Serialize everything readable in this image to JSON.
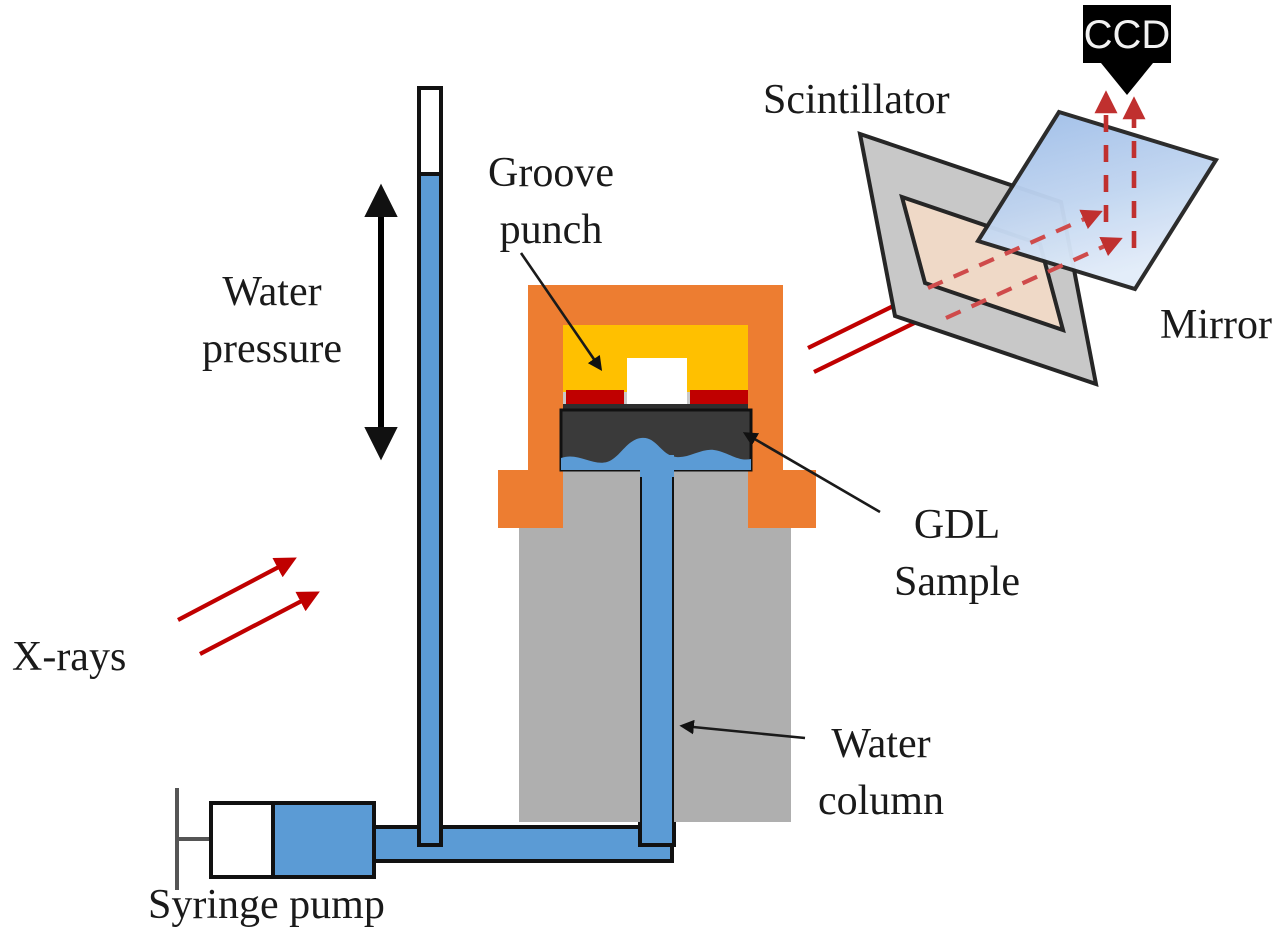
{
  "figure": {
    "title": "X-ray radiography setup for GDL water intrusion experiment",
    "background": "#ffffff"
  },
  "labels": {
    "water_pressure": {
      "line1": "Water",
      "line2": "pressure"
    },
    "groove_punch": {
      "line1": "Groove",
      "line2": "punch"
    },
    "gdl_sample": {
      "line1": "GDL",
      "line2": "Sample"
    },
    "water_column": {
      "line1": "Water",
      "line2": "column"
    },
    "syringe_pump": "Syringe pump",
    "x_rays": "X-rays",
    "scintillator": "Scintillator",
    "mirror": "Mirror",
    "ccd": "CCD"
  },
  "colors": {
    "orange_housing": "#ED7D31",
    "yellow_punch": "#FFC000",
    "red_gasket": "#C00000",
    "gdl_dark": "#3A3A3A",
    "water_blue": "#5B9BD5",
    "gray_block": "#AFAFAF",
    "scintillator_gray": "#C8C8C8",
    "scintillator_window": "#EFD9C7",
    "mirror_blue_top": "#A9C6EC",
    "mirror_blue_bottom": "#DCE7F6",
    "xray_red": "#C00000",
    "ccd_black": "#000000",
    "outline": "#262626",
    "white": "#FFFFFF"
  },
  "components": {
    "riser_tube": {
      "name": "vertical water riser tube",
      "fill_state": "partially filled"
    },
    "syringe": {
      "name": "syringe pump",
      "barrel": "white",
      "plunger_fill": "blue"
    },
    "cell_housing": {
      "name": "orange compression cell housing"
    },
    "punch": {
      "name": "yellow groove punch with rectangular groove"
    },
    "gaskets": {
      "name": "red gasket seals",
      "count": 2
    },
    "sample": {
      "name": "GDL sample with intruded water"
    },
    "support_block": {
      "name": "gray support block"
    },
    "detector": {
      "name": "CCD camera"
    },
    "scintillator_plate": {
      "name": "scintillator screen"
    },
    "mirror_plate": {
      "name": "45 degree mirror"
    }
  },
  "rays": {
    "incoming_xray_count": 2,
    "scintillator_to_mirror_count": 2,
    "mirror_to_ccd_count": 2,
    "incoming_label": "X-rays",
    "style_incoming": "solid red arrows",
    "style_internal": "dashed red arrows"
  }
}
